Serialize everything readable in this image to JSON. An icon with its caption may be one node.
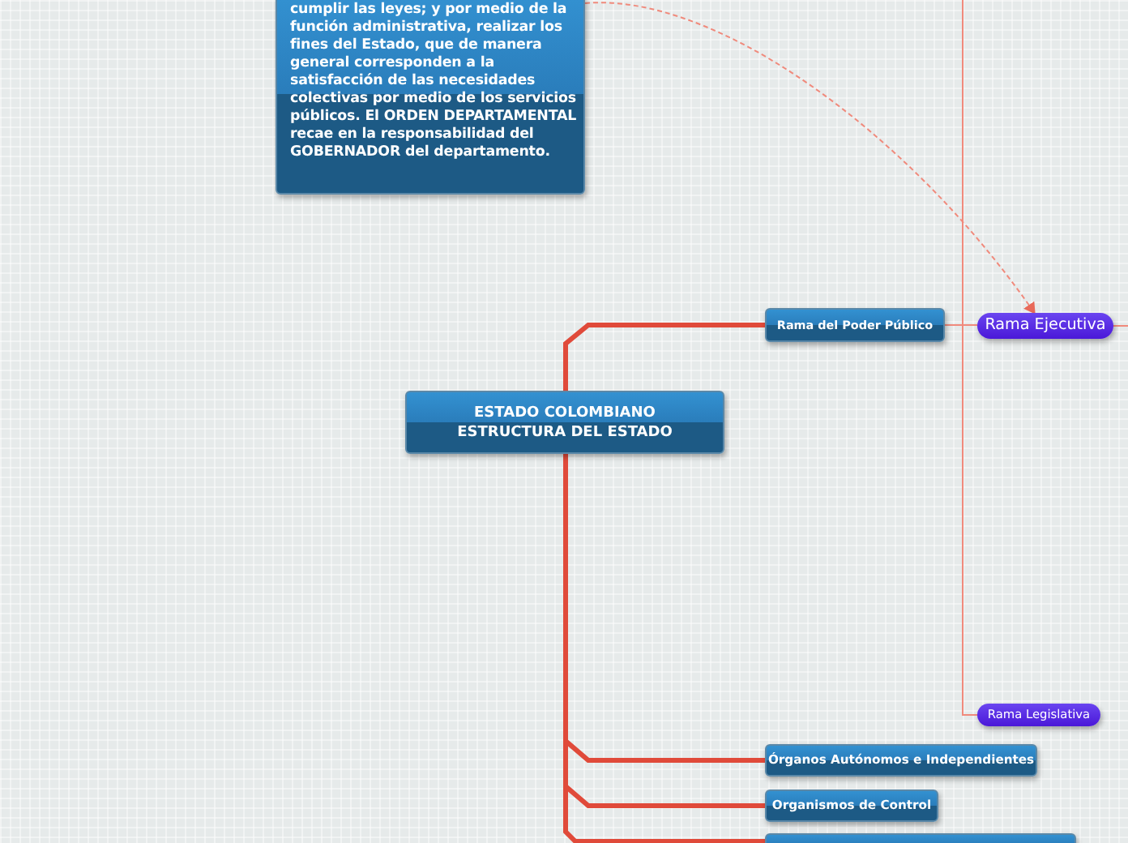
{
  "diagram": {
    "nodes": [
      {
        "text": [
          "cumplir las leyes; y por medio de la función administrativa, realizar los fines del Estado, que de manera general corresponden a la satisfacción de las necesidades colectivas por medio de los servicios públicos. El **ORDEN DEPARTAMENTAL** recae en la responsabilidad del **GOBERNADOR** del departamento."
        ]
      },
      {
        "text": [
          "ESTADO COLOMBIANO",
          "ESTRUCTURA DEL ESTADO"
        ]
      },
      {
        "text": [
          "Rama del Poder Público"
        ]
      },
      {
        "text": [
          "Rama Ejecutiva"
        ]
      },
      {
        "text": [
          "Rama Legislativa"
        ]
      },
      {
        "text": [
          "Órganos Autónomos e Independientes"
        ]
      },
      {
        "text": [
          "Organismos de Control"
        ]
      },
      {
        "text": [],
        "shape": "box"
      }
    ],
    "edges": [
      {
        "from": 0,
        "to": 3,
        "arrow": "to",
        "style": "dashed"
      },
      {
        "from": 1,
        "to": 2,
        "arrow": "none",
        "style": "thick"
      },
      {
        "from": 2,
        "to": 3,
        "arrow": "none"
      },
      {
        "from": 2,
        "to": null,
        "arrow": "none"
      },
      {
        "from": 2,
        "to": 4,
        "arrow": "none"
      },
      {
        "from": 3,
        "to": null,
        "arrow": "none"
      },
      {
        "from": 1,
        "to": 5,
        "arrow": "none",
        "style": "thick"
      },
      {
        "from": 1,
        "to": 6,
        "arrow": "none",
        "style": "thick"
      },
      {
        "from": 1,
        "to": 7,
        "arrow": "none",
        "style": "thick"
      }
    ]
  }
}
